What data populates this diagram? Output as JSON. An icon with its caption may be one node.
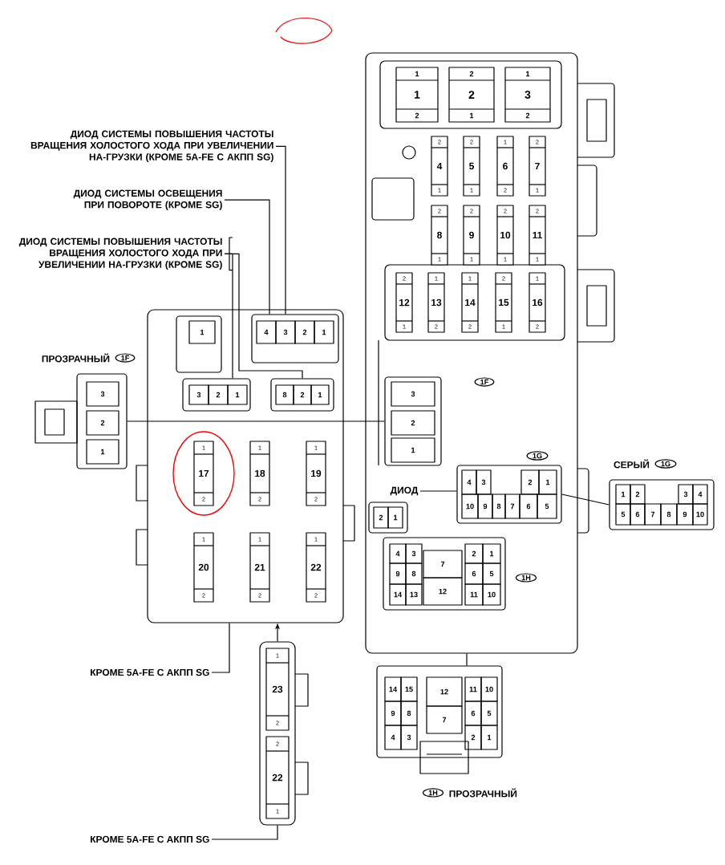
{
  "diagram": {
    "nodes": [
      {
        "text": [
          "ДИОД СИСТЕМЫ ПОВЫШЕНИЯ ЧАСТОТЫ ВРАЩЕНИЯ ХОЛОСТОГО ХОДА ПРИ УВЕЛИЧЕНИИ НА-ГРУЗКИ (КРОМЕ 5A-FE С АКПП SG)"
        ]
      },
      {
        "text": [
          "ДИОД СИСТЕМЫ ОСВЕЩЕНИЯ ПРИ ПОВОРОТЕ (КРОМЕ SG)"
        ]
      },
      {
        "text": [
          "ДИОД СИСТЕМЫ ПОВЫШЕНИЯ ЧАСТОТЫ ВРАЩЕНИЯ ХОЛОСТОГО ХОДА ПРИ УВЕЛИЧЕНИИ НА-ГРУЗКИ (КРОМЕ SG)"
        ]
      },
      {
        "text": [],
        "shape": "box"
      },
      {
        "text": [
          "1",
          "1",
          "2"
        ],
        "in": 3
      },
      {
        "text": [
          "2",
          "2",
          "1"
        ],
        "in": 3
      },
      {
        "text": [
          "1",
          "3",
          "2"
        ],
        "in": 3
      },
      {
        "text": [
          "2",
          "4",
          "1"
        ],
        "in": 3
      },
      {
        "text": [
          "2",
          "5",
          "1"
        ],
        "in": 3
      },
      {
        "text": [
          "1",
          "6",
          "2"
        ],
        "in": 3
      },
      {
        "text": [
          "2",
          "7",
          "1"
        ],
        "in": 3
      },
      {
        "text": [
          "2",
          "8",
          "1"
        ],
        "in": 3
      },
      {
        "text": [
          "2",
          "9",
          "1"
        ],
        "in": 3
      },
      {
        "text": [
          "2",
          "10",
          "1"
        ],
        "in": 3
      },
      {
        "text": [
          "2",
          "11",
          "1"
        ],
        "in": 3
      },
      {
        "text": [
          "2",
          "12",
          "1"
        ],
        "in": 3
      },
      {
        "text": [
          "1",
          "13",
          "2"
        ],
        "in": 3
      },
      {
        "text": [
          "1",
          "14",
          "2"
        ],
        "in": 3
      },
      {
        "text": [
          "2",
          "15",
          "1"
        ],
        "in": 3
      },
      {
        "text": [
          "1",
          "16",
          "2"
        ],
        "in": 3
      },
      {
        "text": [
          "3",
          "2",
          "1"
        ],
        "in": 3
      },
      {
        "text": [
          "1F"
        ],
        "in": 3
      },
      {
        "text": [
          "1G"
        ],
        "in": 3
      },
      {
        "text": [
          "4",
          "3",
          "2",
          "1",
          "10",
          "9",
          "8",
          "7",
          "6",
          "5"
        ],
        "in": 3
      },
      {
        "text": [
          "ДИОД"
        ],
        "in": 3
      },
      {
        "text": [
          "2",
          "1"
        ],
        "in": 3
      },
      {
        "text": [
          "4",
          "3",
          "7",
          "2",
          "1",
          "9",
          "8",
          "6",
          "5",
          "14",
          "13",
          "12",
          "11",
          "10"
        ],
        "in": 3
      },
      {
        "text": [
          "1H"
        ],
        "in": 3
      },
      {
        "text": [
          "1",
          "2",
          "3",
          "4",
          "5",
          "6",
          "7",
          "8",
          "9",
          "10"
        ]
      },
      {
        "text": [
          "1G"
        ],
        "beside": [
          "СЕРЫЙ"
        ]
      },
      {
        "text": [],
        "shape": "box"
      },
      {
        "text": [
          "1"
        ],
        "in": 30
      },
      {
        "text": [
          "4",
          "3",
          "2",
          "1"
        ],
        "in": 30
      },
      {
        "text": [
          "3",
          "2",
          "1"
        ],
        "in": 30
      },
      {
        "text": [
          "8",
          "2",
          "1"
        ],
        "in": 30
      },
      {
        "text": [
          "1",
          "17",
          "2"
        ],
        "in": 30
      },
      {
        "text": [
          "1",
          "18",
          "2"
        ],
        "in": 30
      },
      {
        "text": [
          "1",
          "19",
          "2"
        ],
        "in": 30
      },
      {
        "text": [
          "1",
          "20",
          "2"
        ],
        "in": 30
      },
      {
        "text": [
          "1",
          "21",
          "2"
        ],
        "in": 30
      },
      {
        "text": [
          "1",
          "22",
          "2"
        ],
        "in": 30
      },
      {
        "text": [
          "3",
          "2",
          "1"
        ]
      },
      {
        "text": [
          "1F"
        ],
        "beside": [
          "ПРОЗРАЧНЫЙ"
        ]
      },
      {
        "text": [
          "КРОМЕ 5A-FE С АКПП SG"
        ]
      },
      {
        "text": [],
        "shape": "box"
      },
      {
        "text": [
          "1",
          "23",
          "2"
        ],
        "in": 44
      },
      {
        "text": [
          "2",
          "22",
          "1"
        ],
        "in": 44
      },
      {
        "text": [
          "КРОМЕ 5A-FE С АКПП SG"
        ]
      },
      {
        "text": [
          "14",
          "15",
          "12",
          "11",
          "10",
          "9",
          "8",
          "7",
          "6",
          "5",
          "4",
          "3",
          "2",
          "1"
        ]
      },
      {
        "text": [
          "1H"
        ],
        "beside": [
          "ПРОЗРАЧНЫЙ"
        ]
      }
    ],
    "edges": [
      {
        "from": 0,
        "to": 32,
        "arrow": "none"
      },
      {
        "from": 1,
        "to": 32,
        "arrow": "none"
      },
      {
        "from": 2,
        "to": 33,
        "arrow": "none"
      },
      {
        "from": 2,
        "to": 34,
        "arrow": "none"
      },
      {
        "from": 24,
        "to": 23,
        "arrow": "none"
      },
      {
        "from": 23,
        "to": 28,
        "arrow": "none"
      },
      {
        "from": 41,
        "to": 20,
        "arrow": "none"
      },
      {
        "from": 43,
        "to": 30,
        "arrow": "none"
      },
      {
        "from": 44,
        "to": 30,
        "arrow": "to"
      },
      {
        "from": 47,
        "to": 44,
        "arrow": "none"
      },
      {
        "from": 48,
        "to": 3,
        "arrow": "none"
      }
    ]
  }
}
